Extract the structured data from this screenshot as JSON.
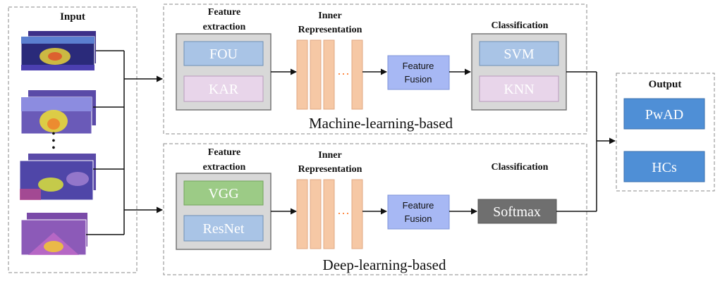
{
  "input": {
    "title": "Input",
    "dots": "•\n•\n•"
  },
  "ml": {
    "caption": "Machine-learning-based",
    "feature_title": [
      "Feature",
      "extraction"
    ],
    "features": [
      "FOU",
      "KAR"
    ],
    "inner_title": [
      "Inner",
      "Representation"
    ],
    "fusion": [
      "Feature",
      "Fusion"
    ],
    "class_title": "Classification",
    "classifiers": [
      "SVM",
      "KNN"
    ]
  },
  "dl": {
    "caption": "Deep-learning-based",
    "feature_title": [
      "Feature",
      "extraction"
    ],
    "features": [
      "VGG",
      "ResNet"
    ],
    "inner_title": [
      "Inner",
      "Representation"
    ],
    "fusion": [
      "Feature",
      "Fusion"
    ],
    "class_title": "Classification",
    "classifier": "Softmax"
  },
  "output": {
    "title": "Output",
    "items": [
      "PwAD",
      "HCs"
    ]
  },
  "colors": {
    "blue_box": "#a9c4e6",
    "pink_box": "#e8d5ea",
    "green_box": "#9ccb86",
    "grey_panel": "#d8d8d8",
    "bar": "#f6c8a5",
    "fusion": "#a7b8f4",
    "output_box": "#4f8fd6",
    "softmax": "#6f6f6f",
    "dots": "#ff7a2a"
  }
}
